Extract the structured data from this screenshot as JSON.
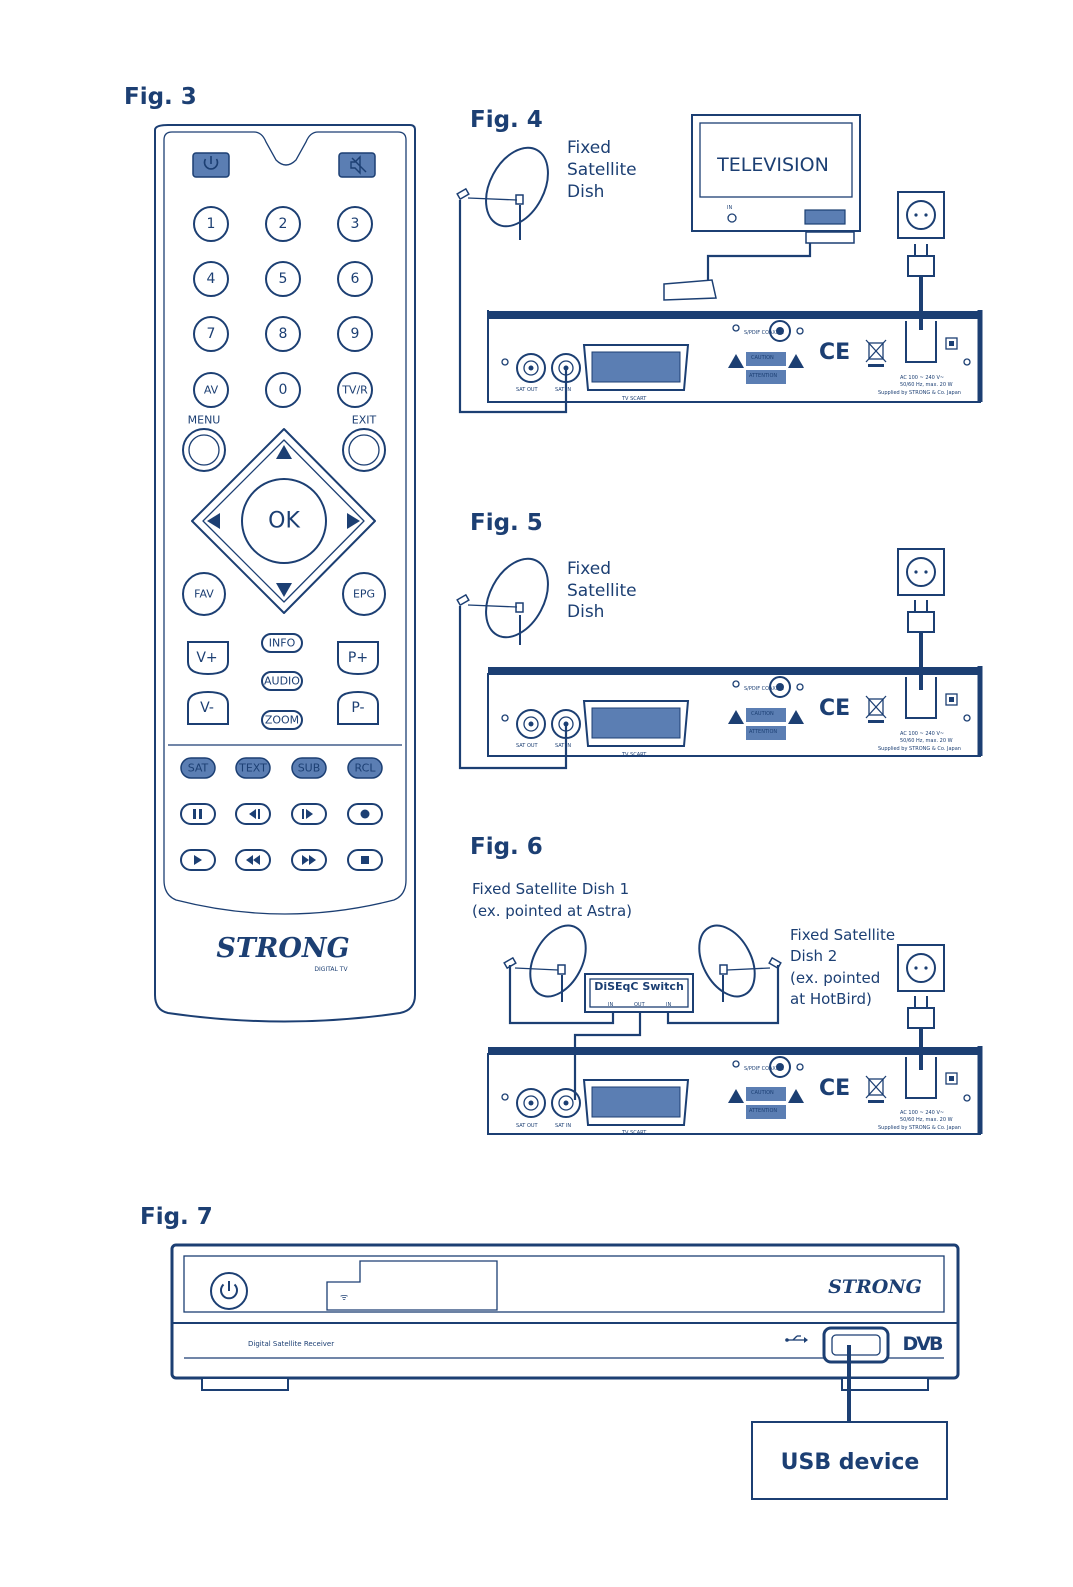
{
  "figures": {
    "fig3": {
      "title": "Fig. 3"
    },
    "fig4": {
      "title": "Fig. 4",
      "dish_label": [
        "Fixed",
        "Satellite",
        "Dish"
      ],
      "tv_label": "TELEVISION",
      "tv_in": "IN"
    },
    "fig5": {
      "title": "Fig. 5",
      "dish_label": [
        "Fixed",
        "Satellite",
        "Dish"
      ]
    },
    "fig6": {
      "title": "Fig. 6",
      "dish1_label": [
        "Fixed Satellite Dish 1",
        "(ex. pointed at Astra)"
      ],
      "dish2_label": [
        "Fixed Satellite",
        "Dish 2",
        "(ex. pointed",
        "at HotBird)"
      ],
      "switch_label": "DiSEqC Switch",
      "switch_ports": [
        "IN",
        "OUT",
        "IN"
      ]
    },
    "fig7": {
      "title": "Fig. 7",
      "front_label": "Digital Satellite Receiver",
      "dvb_logo": "DVB",
      "usb_label": "USB device",
      "brand": "STRONG"
    }
  },
  "remote": {
    "keys_numeric": [
      "1",
      "2",
      "3",
      "4",
      "5",
      "6",
      "7",
      "8",
      "9",
      "AV",
      "0",
      "TV/R"
    ],
    "menu_label": "MENU",
    "exit_label": "EXIT",
    "ok_label": "OK",
    "fav_label": "FAV",
    "epg_label": "EPG",
    "vol_up": "V+",
    "vol_down": "V-",
    "page_up": "P+",
    "page_down": "P-",
    "info_label": "INFO",
    "audio_label": "AUDIO",
    "zoom_label": "ZOOM",
    "color_keys": [
      "SAT",
      "TEXT",
      "SUB",
      "RCL"
    ],
    "brand": "STRONG",
    "brand_sub": "DIGITAL TV"
  },
  "receiver_rear": {
    "sat_out": "SAT OUT",
    "sat_in": "SAT IN",
    "tv_scart": "TV SCART",
    "spdif": "S/PDIF COAXIAL",
    "caution": "CAUTION",
    "attention": "ATTENTION",
    "ce_mark": "CE",
    "power_spec": [
      "AC 100 ~ 240 V~",
      "50/60 Hz, max. 20 W"
    ],
    "supplier": "Supplied by STRONG & Co. Japan"
  },
  "colors": {
    "ink": "#1c3f73",
    "key_fill": "#5b7eb3",
    "paper": "#ffffff"
  },
  "icons": [
    "power-icon",
    "mute-icon",
    "usb-icon",
    "wall-socket-icon",
    "satellite-dish-icon"
  ]
}
